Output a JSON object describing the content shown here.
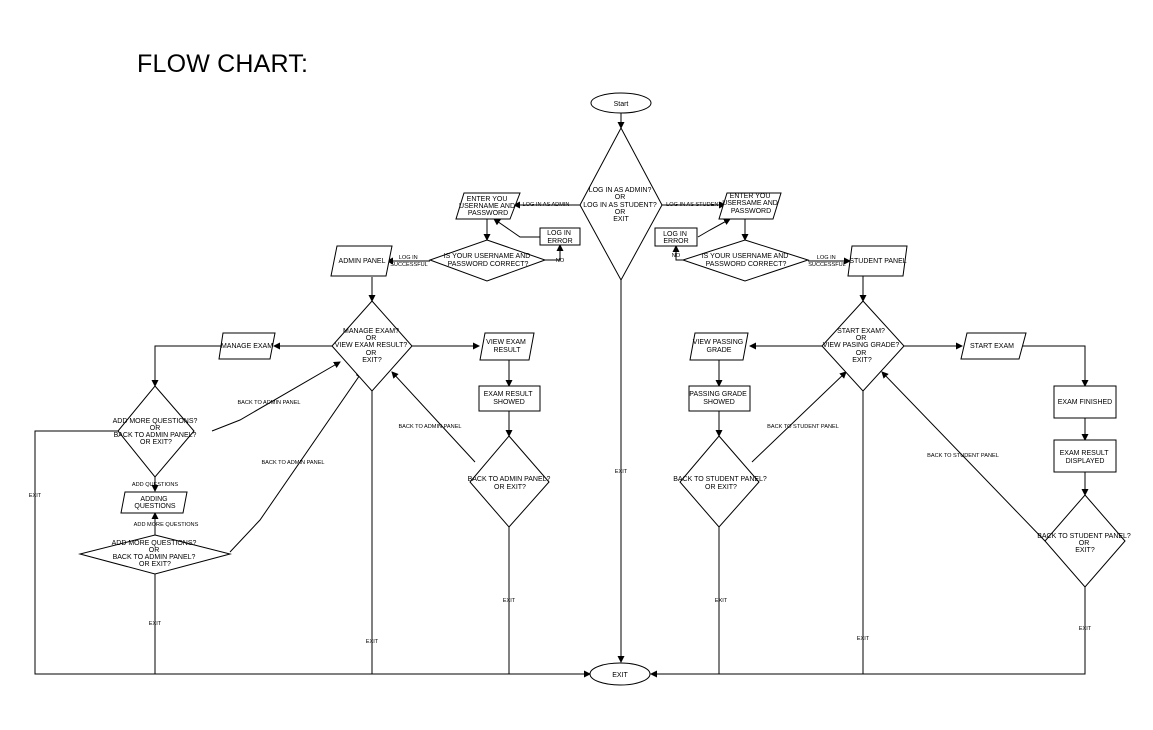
{
  "title": "FLOW CHART:",
  "nodes": {
    "start": "Start",
    "main_decision": [
      "LOG IN AS ADMIN?",
      "OR",
      "LOG IN AS STUDENT?",
      "OR",
      "EXIT"
    ],
    "admin_enter": [
      "ENTER YOU",
      "USERNAME AND",
      "PASSWORD"
    ],
    "admin_error": [
      "LOG IN",
      "ERROR"
    ],
    "admin_check": [
      "IS YOUR USERNAME AND",
      "PASSWORD CORRECT?"
    ],
    "admin_panel": "ADMIN PANEL",
    "admin_decision": [
      "MANAGE EXAM?",
      "OR",
      "VIEW EXAM RESULT?",
      "OR",
      "EXIT?"
    ],
    "manage_exam": "MANAGE EXAM",
    "add_more_1": [
      "ADD MORE QUESTIONS?",
      "OR",
      "BACK TO ADMIN PANEL?",
      "OR EXIT?"
    ],
    "adding_questions": [
      "ADDING",
      "QUESTIONS"
    ],
    "add_more_2": [
      "ADD MORE QUESTIONS?",
      "OR",
      "BACK TO ADMIN PANEL?",
      "OR EXIT?"
    ],
    "view_exam_result": [
      "VIEW EXAM",
      "RESULT"
    ],
    "exam_result_showed": [
      "EXAM RESULT",
      "SHOWED"
    ],
    "back_admin": [
      "BACK TO ADMIN PANEL?",
      "OR EXIT?"
    ],
    "student_enter": [
      "ENTER YOU",
      "USERSAME AND",
      "PASSWORD"
    ],
    "student_error": [
      "LOG IN",
      "ERROR"
    ],
    "student_check": [
      "IS YOUR USERNAME AND",
      "PASSWORD CORRECT?"
    ],
    "student_panel": "STUDENT PANEL",
    "student_decision": [
      "START EXAM?",
      "OR",
      "VIEW PASING GRADE?",
      "OR",
      "EXIT?"
    ],
    "view_passing_grade": [
      "VIEW PASSING",
      "GRADE"
    ],
    "passing_grade_showed": [
      "PASSING GRADE",
      "SHOWED"
    ],
    "back_student_1": [
      "BACK TO STUDENT PANEL?",
      "OR EXIT?"
    ],
    "start_exam": "START EXAM",
    "exam_finished": "EXAM FINISHED",
    "exam_result_displayed": [
      "EXAM RESULT",
      "DISPLAYED"
    ],
    "back_student_2": [
      "BACK TO STUDENT PANEL?",
      "OR",
      "EXIT?"
    ],
    "exit": "EXIT"
  },
  "edges": {
    "log_in_as_admin": "LOG IN AS ADMIN",
    "log_in_as_student": "LOG IN AS STUDENT",
    "admin_login_successful": [
      "LOG IN",
      "SUCCESSFUL"
    ],
    "student_login_successful": [
      "LOG IN",
      "SUCCESSFUL"
    ],
    "admin_no": "NO",
    "student_no": "NO",
    "main_exit": "EXIT",
    "back_to_admin_panel_1": "BACK TO ADMIN PANEL",
    "back_to_admin_panel_2": "BACK TO ADMIN PANEL",
    "back_to_admin_panel_3": "BACK TO ADMIN PANEL",
    "add_questions": "ADD QUESTIONS",
    "add_more_questions": "ADD MORE QUESTIONS",
    "left_exit": "EXIT",
    "add_more_exit": "EXIT",
    "admin_exit": "EXIT",
    "view_result_exit": "EXIT",
    "back_to_student_panel_1": "BACK TO STUDENT PANEL",
    "back_to_student_panel_2": "BACK TO STUDENT PANEL",
    "passing_exit": "EXIT",
    "student_exit": "EXIT",
    "exam_exit": "EXIT"
  }
}
